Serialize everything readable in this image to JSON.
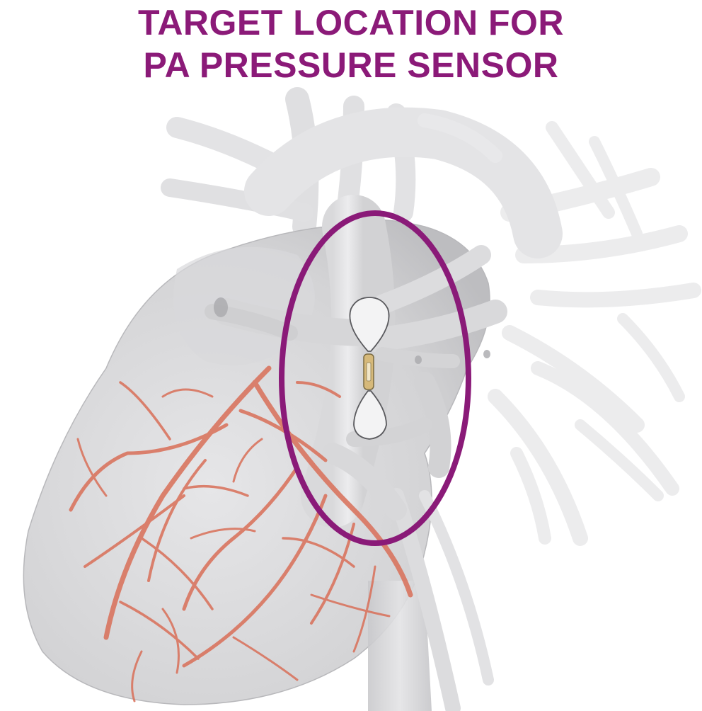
{
  "title": {
    "line1": "TARGET LOCATION FOR",
    "line2": "PA PRESSURE SENSOR"
  },
  "illustration": {
    "subject": "heart-anatomy",
    "highlight": "target-location-ellipse",
    "device": "pa-pressure-sensor-implant"
  },
  "colors": {
    "title": "#8b1a78",
    "highlight_ring": "#8a1a78",
    "tissue": "#d4d4d6",
    "coronary_vessels": "#d9705a",
    "sensor_body": "#d6b97a"
  }
}
